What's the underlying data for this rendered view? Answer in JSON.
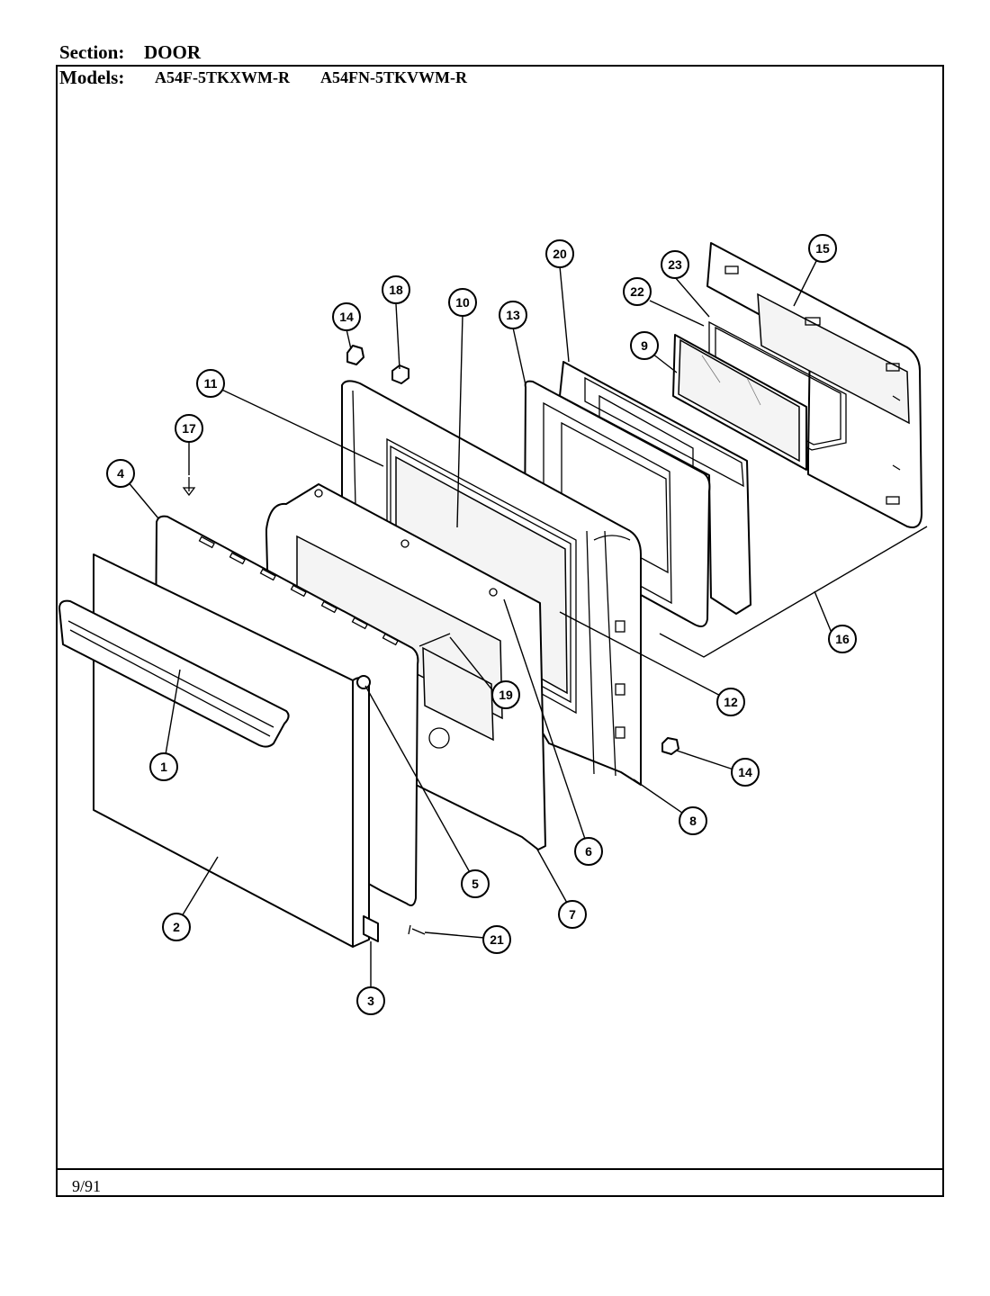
{
  "header": {
    "section_label": "Section:",
    "section_value": "DOOR",
    "models_label": "Models:",
    "models": [
      "A54F-5TKXWM-R",
      "A54FN-5TKVWM-R"
    ]
  },
  "footer": {
    "date": "9/91"
  },
  "callouts": [
    {
      "id": "c1",
      "label": "1"
    },
    {
      "id": "c2",
      "label": "2"
    },
    {
      "id": "c3",
      "label": "3"
    },
    {
      "id": "c4",
      "label": "4"
    },
    {
      "id": "c5",
      "label": "5"
    },
    {
      "id": "c6",
      "label": "6"
    },
    {
      "id": "c7",
      "label": "7"
    },
    {
      "id": "c8",
      "label": "8"
    },
    {
      "id": "c9",
      "label": "9"
    },
    {
      "id": "c10",
      "label": "10"
    },
    {
      "id": "c11",
      "label": "11"
    },
    {
      "id": "c12",
      "label": "12"
    },
    {
      "id": "c13",
      "label": "13"
    },
    {
      "id": "c14a",
      "label": "14"
    },
    {
      "id": "c14b",
      "label": "14"
    },
    {
      "id": "c15",
      "label": "15"
    },
    {
      "id": "c16",
      "label": "16"
    },
    {
      "id": "c17",
      "label": "17"
    },
    {
      "id": "c18",
      "label": "18"
    },
    {
      "id": "c19",
      "label": "19"
    },
    {
      "id": "c20",
      "label": "20"
    },
    {
      "id": "c21",
      "label": "21"
    },
    {
      "id": "c22",
      "label": "22"
    },
    {
      "id": "c23",
      "label": "23"
    }
  ]
}
